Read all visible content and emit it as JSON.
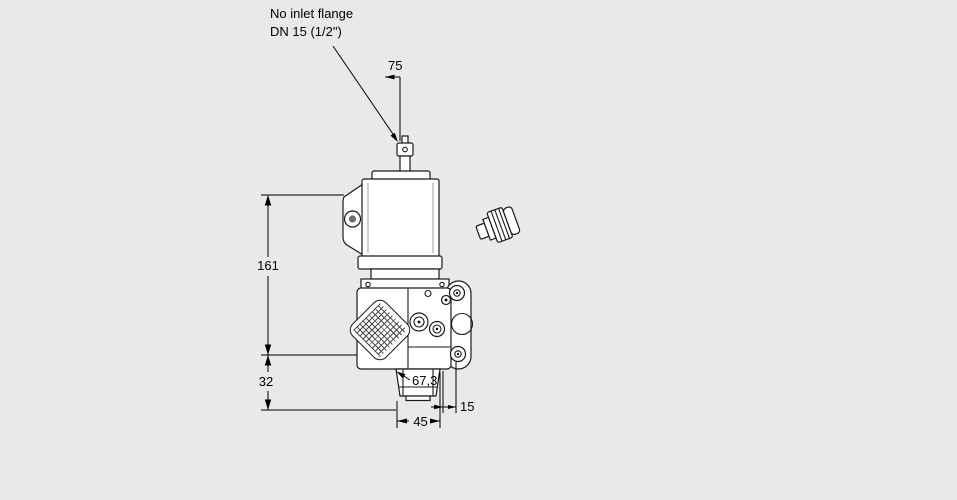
{
  "page": {
    "background_color": "#e9e9e9",
    "line_color": "#1a1a1a"
  },
  "annotation": {
    "line1": "No inlet flange",
    "line2": "DN 15 (1/2\")"
  },
  "dimensions": {
    "stem_offset": "75",
    "height_upper": "161",
    "height_lower": "32",
    "width_body": "67,3",
    "width_foot": "45",
    "offset_flange": "15"
  }
}
